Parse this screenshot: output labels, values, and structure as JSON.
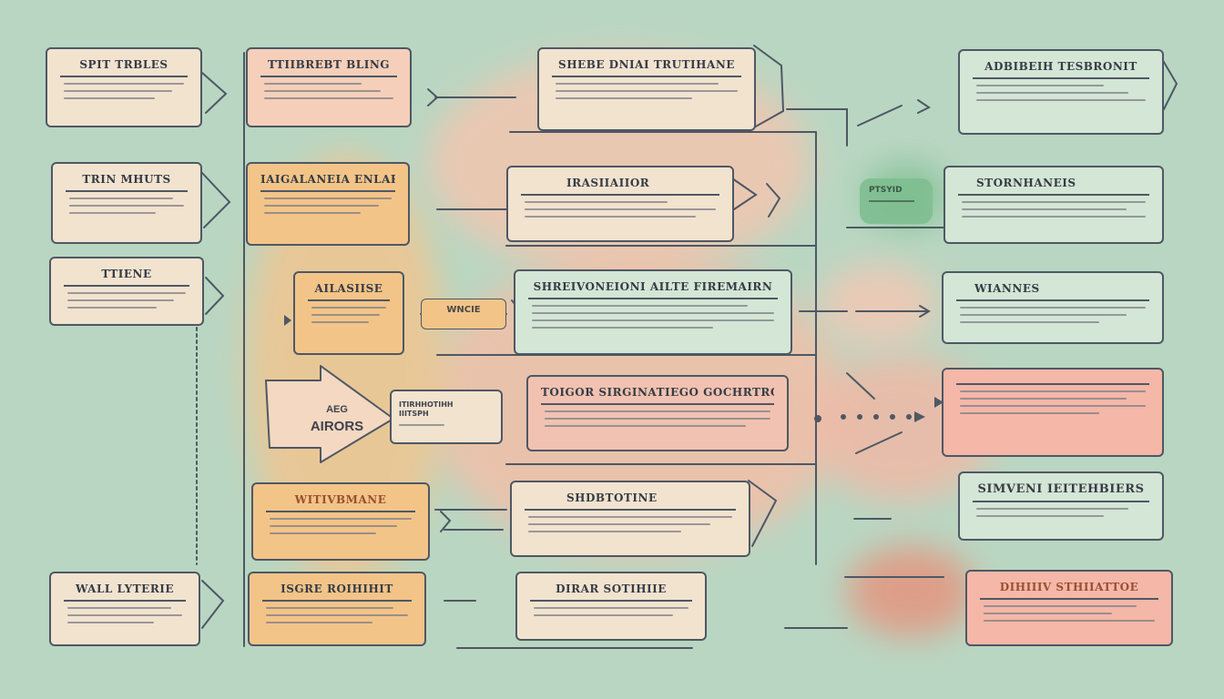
{
  "diagram": {
    "colors": {
      "background": "#b9d6c2",
      "stroke": "#4e5864",
      "cream": "#f2e3cf",
      "peach": "#f5cfb9",
      "orange": "#f3c488",
      "mint": "#d4e6d5",
      "pink": "#f4b7a8"
    },
    "boxes": {
      "left_1": {
        "title": "SPIT TRBLES"
      },
      "left_2": {
        "title": "TRIN MHUTS"
      },
      "left_3": {
        "title": "TTIENE"
      },
      "left_4": {
        "title": "WALL LYTERIE"
      },
      "col2_1": {
        "title": "TTIIBREBT BLING"
      },
      "col2_2": {
        "title": "IAIGALANEIA ENLARE"
      },
      "col2_3": {
        "title": "AILASIISE"
      },
      "col2_4": {
        "title": "WITIVBMANE"
      },
      "col2_5": {
        "title": "ISGRE ROIHIHIT"
      },
      "mid_1": {
        "title": "SHEBE DNIAI TRUTIHANE"
      },
      "mid_2": {
        "title": "IRASIIAIIOR"
      },
      "mid_3": {
        "title": "SHREIVONEIONI AILTE FIREMAIRN"
      },
      "mid_4": {
        "title": "TOIGOR SIRGINATIEGO GOCHRTROS RIIN"
      },
      "mid_5": {
        "title": "SHDBTOTINE"
      },
      "mid_6": {
        "title": "DIRAR SOTIHIIE"
      },
      "right_1": {
        "title": "ADBIBEIH TESBRONIT"
      },
      "right_2": {
        "title": "STORNHANEIS"
      },
      "right_3": {
        "title": "WIANNES"
      },
      "right_4": {
        "title": ""
      },
      "right_5": {
        "title": "SIMVENI IEITEHBIERS"
      },
      "right_6": {
        "title": "DIHIIIV STHIIATTOE"
      }
    },
    "small_labels": {
      "orange_tab": "WNCIE",
      "mint_tag": "PTSYID",
      "mini_box": "ITIRHHOTIHH IIITSPH",
      "big_arrow_top": "AEG",
      "big_arrow_bottom": "AIRORS"
    },
    "icons": [
      "arrow-icon",
      "chevron-right-icon",
      "big-arrow-icon"
    ]
  }
}
